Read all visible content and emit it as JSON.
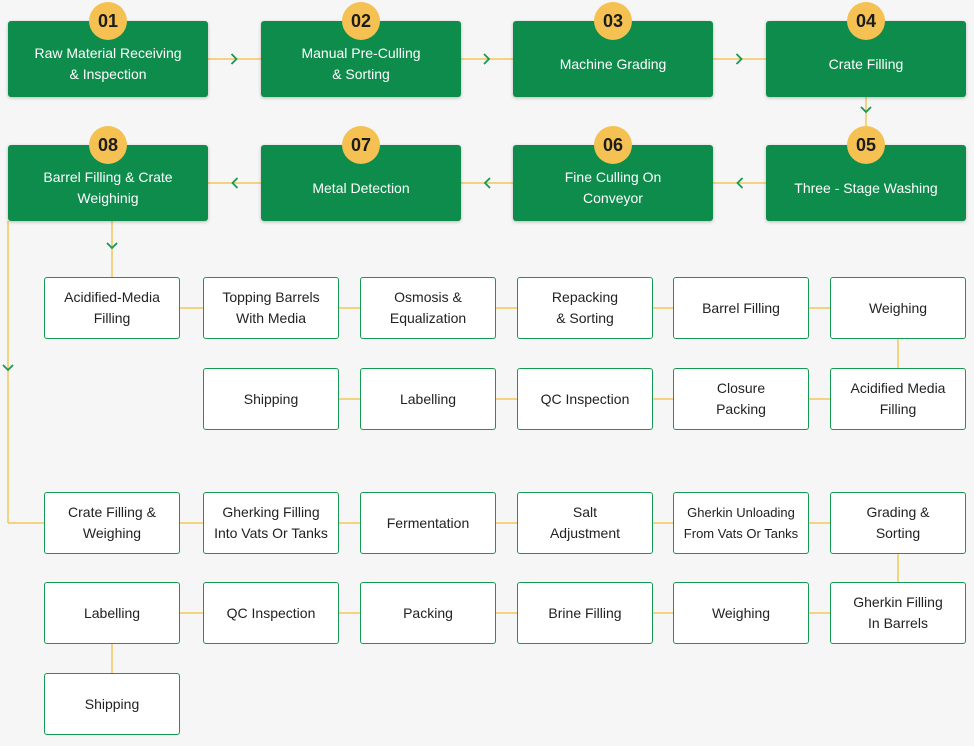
{
  "colors": {
    "primary_green": "#0d8c4c",
    "badge_yellow": "#f4c152",
    "connector": "#f2c75c",
    "arrow": "#159a50"
  },
  "main_steps": [
    {
      "num": "01",
      "label": "Raw Material Receiving\n& Inspection"
    },
    {
      "num": "02",
      "label": "Manual Pre-Culling\n& Sorting"
    },
    {
      "num": "03",
      "label": "Machine Grading"
    },
    {
      "num": "04",
      "label": "Crate Filling"
    },
    {
      "num": "05",
      "label": "Three - Stage Washing"
    },
    {
      "num": "06",
      "label": "Fine Culling On\nConveyor"
    },
    {
      "num": "07",
      "label": "Metal Detection"
    },
    {
      "num": "08",
      "label": "Barrel Filling & Crate\nWeighinig"
    }
  ],
  "acidified_flow": [
    "Acidified-Media\nFilling",
    "Topping Barrels\nWith Media",
    "Osmosis &\nEqualization",
    "Repacking\n& Sorting",
    "Barrel Filling",
    "Weighing",
    "Acidified Media\nFilling",
    "Closure\nPacking",
    "QC Inspection",
    "Labelling",
    "Shipping"
  ],
  "brine_flow": [
    "Crate Filling &\nWeighing",
    "Gherking Filling\nInto Vats Or Tanks",
    "Fermentation",
    "Salt\nAdjustment",
    "Gherkin Unloading\nFrom Vats Or Tanks",
    "Grading &\nSorting",
    "Gherkin Filling\nIn Barrels",
    "Weighing",
    "Brine Filling",
    "Packing",
    "QC Inspection",
    "Labelling",
    "Shipping"
  ]
}
